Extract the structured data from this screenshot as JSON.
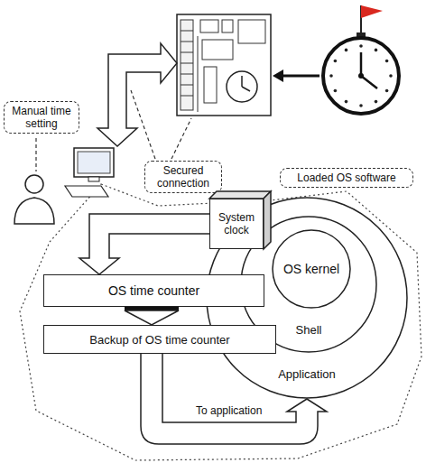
{
  "diagram": {
    "nodes": [
      {
        "text": [
          "Manual time setting"
        ]
      },
      {
        "text": [
          "Secured connection"
        ]
      },
      {
        "text": [
          "Loaded OS software"
        ]
      },
      {
        "text": [
          "Application"
        ]
      },
      {
        "text": [
          "Shell"
        ],
        "in": 3
      },
      {
        "text": [
          "OS kernel"
        ],
        "in": 4
      },
      {
        "text": [
          "System clock"
        ]
      },
      {
        "text": [
          "OS time counter"
        ]
      },
      {
        "text": [
          "Backup of OS time counter"
        ]
      }
    ],
    "edges": [
      {
        "from": 6,
        "to": 7,
        "arrow": "to"
      },
      {
        "from": 7,
        "to": 8,
        "arrow": "to"
      },
      {
        "from": 8,
        "to": 3,
        "label": "To application",
        "arrow": "to"
      }
    ]
  }
}
